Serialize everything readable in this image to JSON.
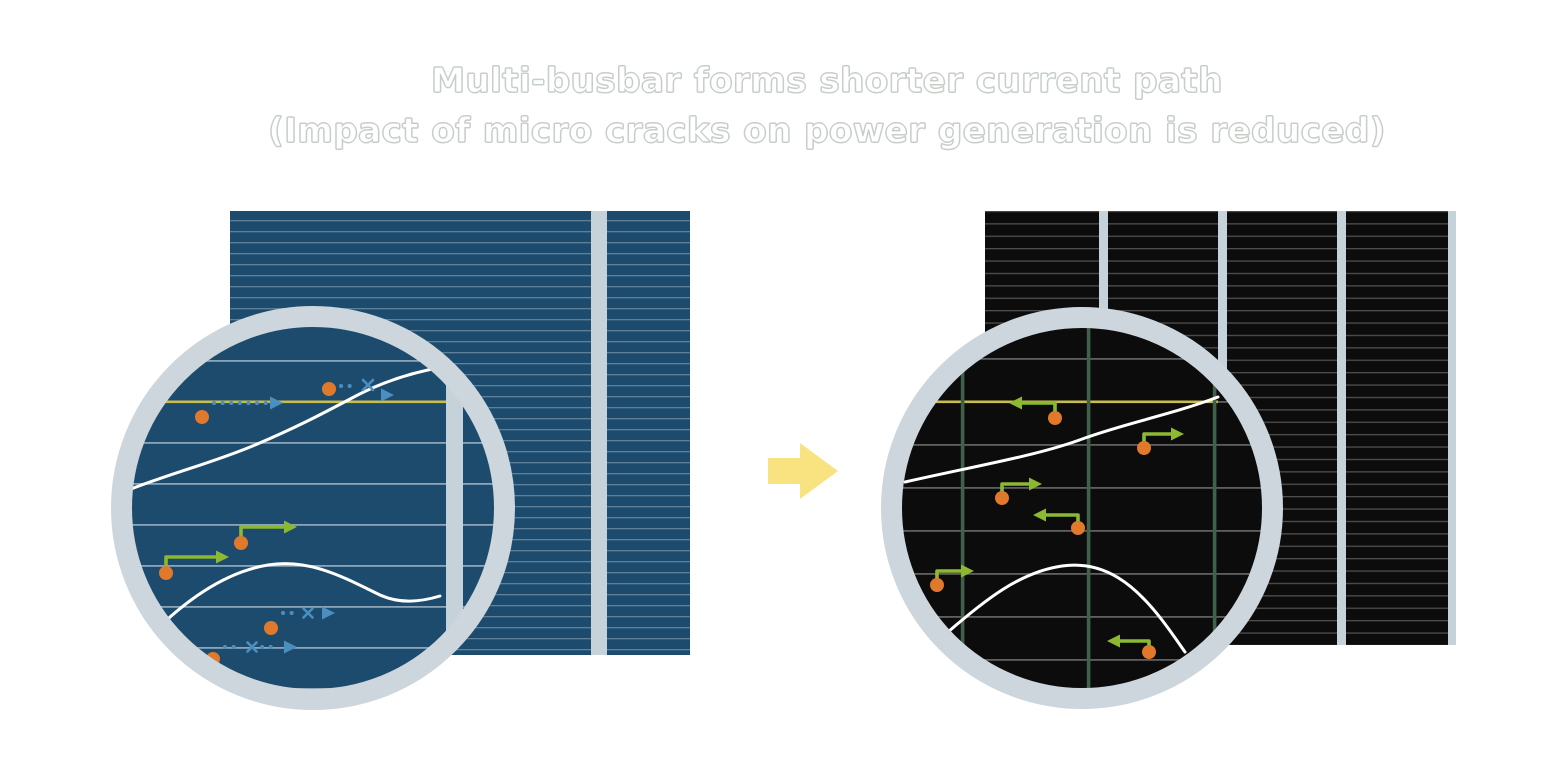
{
  "title": {
    "line1": "Multi-busbar forms shorter current path",
    "line2": "(Impact of micro cracks on power generation is reduced)"
  },
  "cells": {
    "left": {
      "busbars": 1
    },
    "right": {
      "busbars": 4
    }
  },
  "colors": {
    "background": "#ffffff",
    "title_text": "#ffffff",
    "title_outline": "#c7cec9",
    "left_cell_blue": "#1d4b6e",
    "left_cell_line": "#9fb6c4",
    "right_cell_black": "#0c0c0c",
    "right_cell_line": "#4e4e4e",
    "zoom_blue_line": "#b9cbd6",
    "zoom_black_line": "#5f5f5f",
    "busbar_gray": "#c6d2da",
    "magnifier_ring": "#ccd6dc",
    "transition_arrow_yellow": "#f9e380",
    "electron_orange": "#e0792c",
    "short_path_green": "#8cb832",
    "long_path_blue": "#4a8fc0",
    "crack_white": "#ffffff",
    "highlight_line_yellow": "#c9bd4e",
    "mbb_wire_green": "#41604a"
  }
}
